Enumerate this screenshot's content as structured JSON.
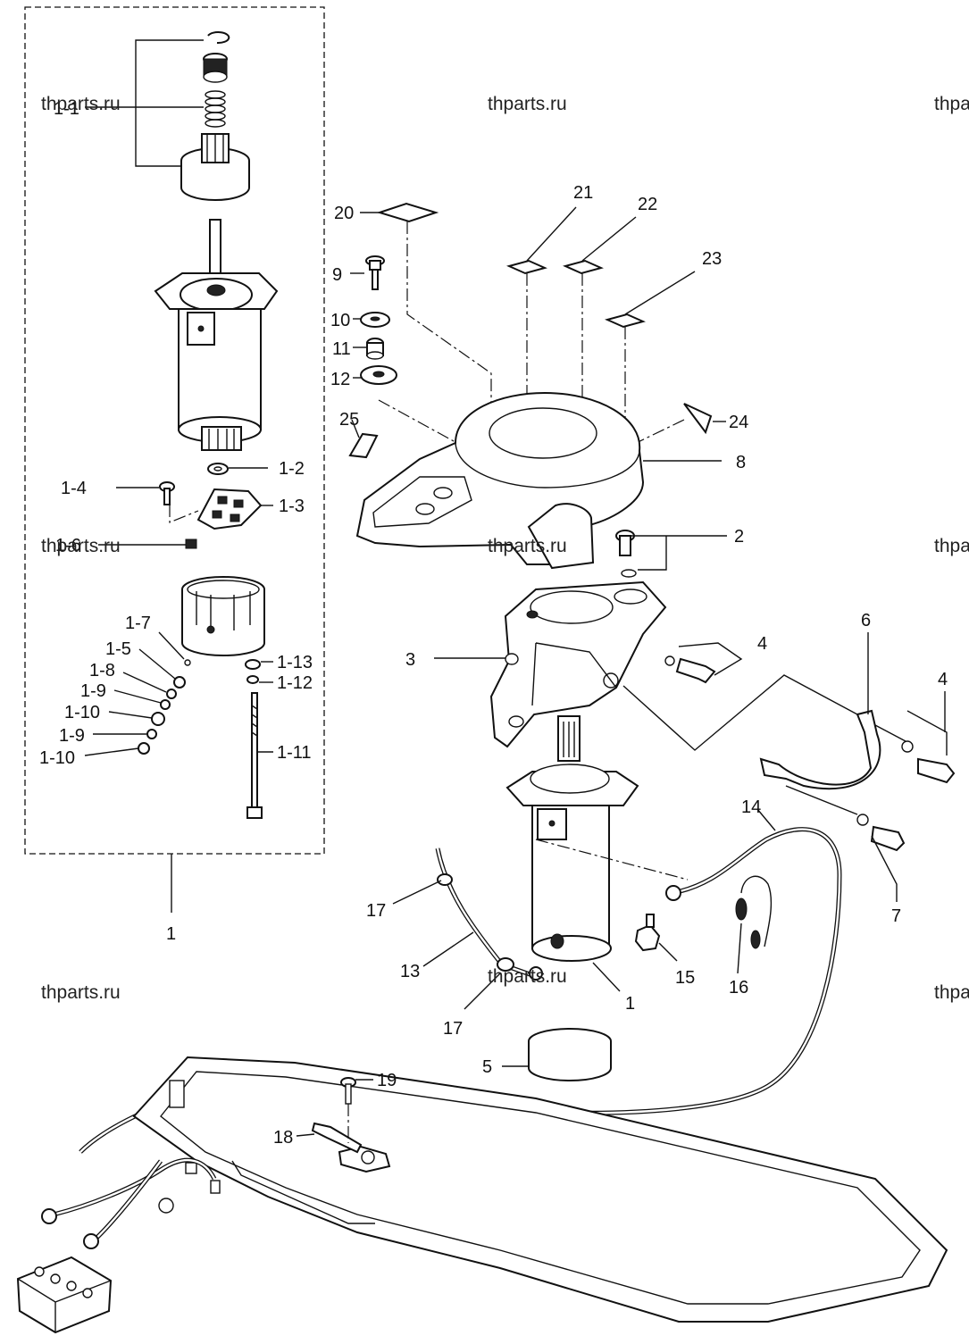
{
  "watermark": "thparts.ru",
  "labels": {
    "p1_1": "1-1",
    "p1_2": "1-2",
    "p1_3": "1-3",
    "p1_4": "1-4",
    "p1_6": "1-6",
    "p1_7": "1-7",
    "p1_5": "1-5",
    "p1_8": "1-8",
    "p1_9a": "1-9",
    "p1_10a": "1-10",
    "p1_9b": "1-9",
    "p1_10b": "1-10",
    "p1_11": "1-11",
    "p1_12": "1-12",
    "p1_13": "1-13",
    "p1_kit": "1",
    "p1_motor": "1",
    "p2": "2",
    "p3": "3",
    "p4a": "4",
    "p4b": "4",
    "p5": "5",
    "p6": "6",
    "p7": "7",
    "p8": "8",
    "p9": "9",
    "p10": "10",
    "p11": "11",
    "p12": "12",
    "p13": "13",
    "p14": "14",
    "p15": "15",
    "p16": "16",
    "p17a": "17",
    "p17b": "17",
    "p18": "18",
    "p19": "19",
    "p20": "20",
    "p21": "21",
    "p22": "22",
    "p23": "23",
    "p24": "24",
    "p25": "25"
  }
}
